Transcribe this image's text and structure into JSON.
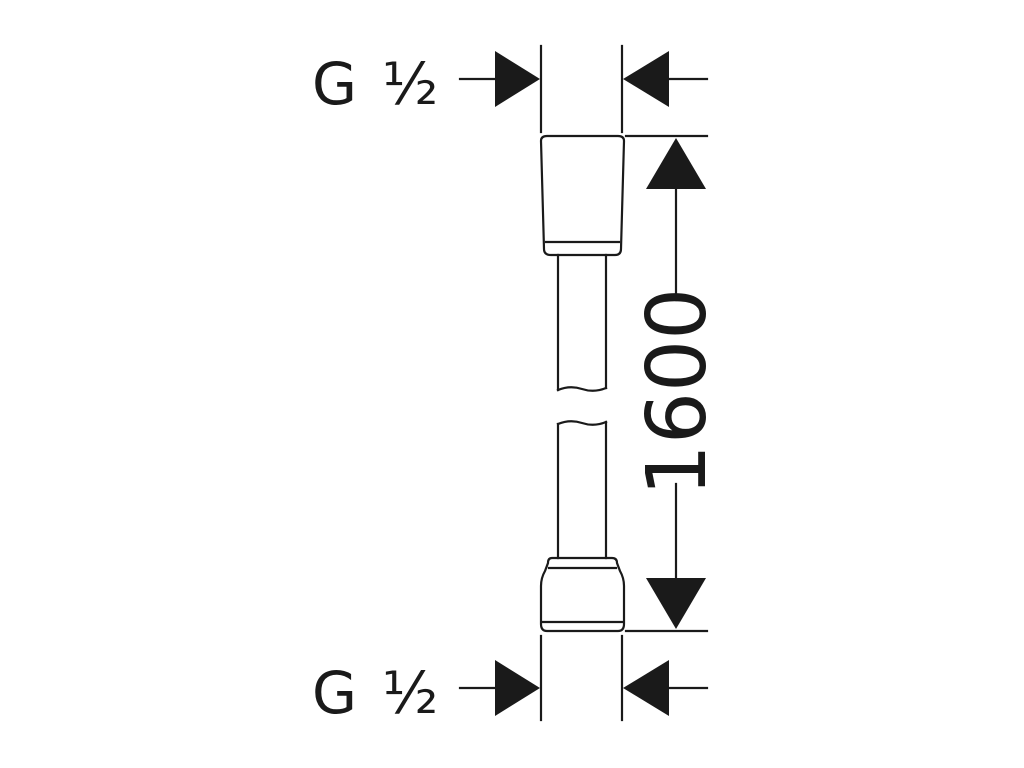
{
  "diagram": {
    "top_thread": {
      "letter": "G",
      "fraction": "½"
    },
    "bottom_thread": {
      "letter": "G",
      "fraction": "½"
    },
    "length": "1600",
    "colors": {
      "ink": "#1a1a1a",
      "background": "#ffffff"
    }
  }
}
